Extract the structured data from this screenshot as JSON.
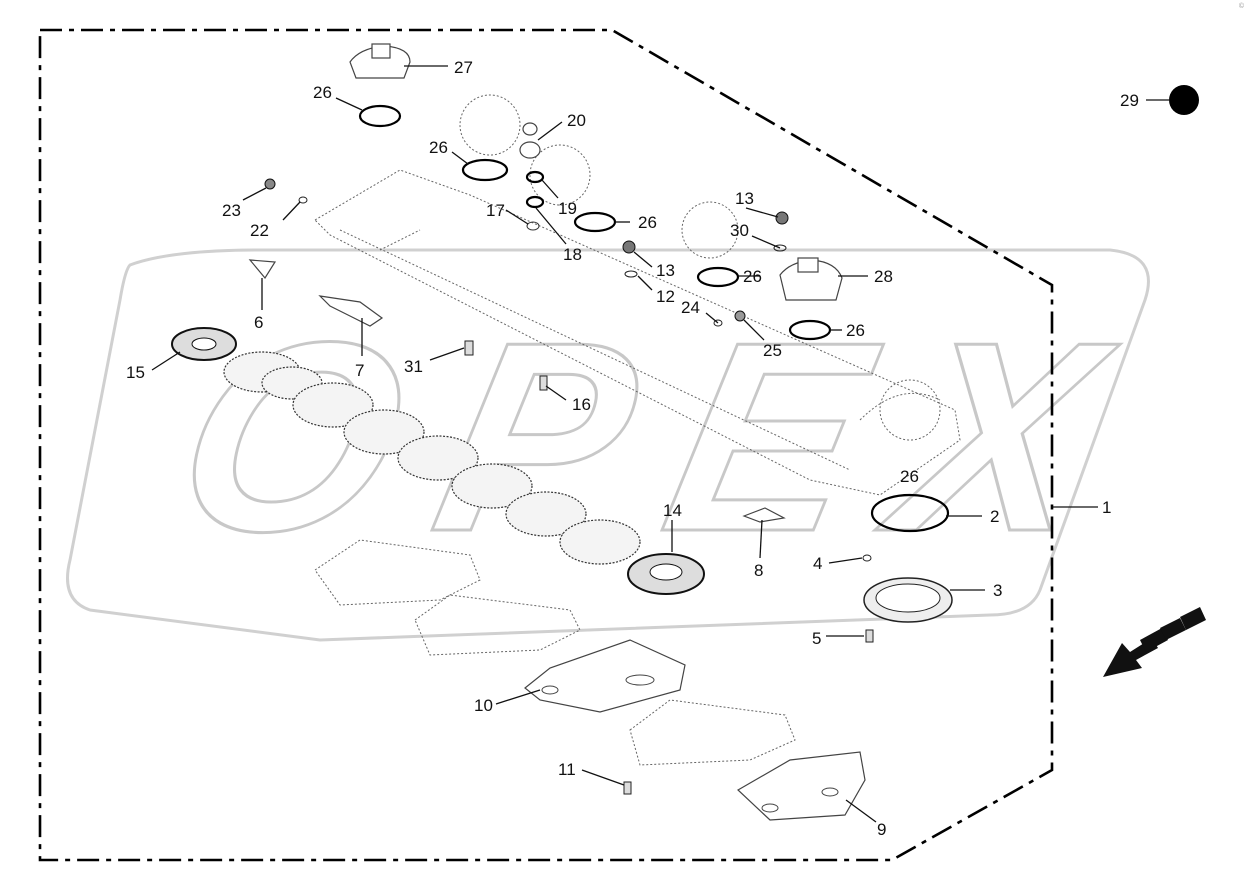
{
  "watermark": {
    "text": "OPEX"
  },
  "corner_mark": "©",
  "callouts": [
    "1",
    "2",
    "3",
    "4",
    "5",
    "6",
    "7",
    "8",
    "9",
    "10",
    "11",
    "12",
    "13",
    "13",
    "14",
    "15",
    "16",
    "17",
    "18",
    "19",
    "20",
    "22",
    "23",
    "24",
    "25",
    "26",
    "26",
    "26",
    "26",
    "26",
    "26",
    "27",
    "28",
    "29",
    "30",
    "31"
  ]
}
